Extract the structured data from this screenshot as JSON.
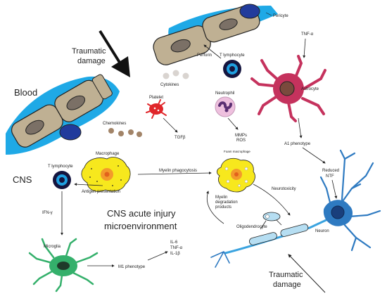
{
  "labels": {
    "traumatic_damage_top_1": "Traumatic",
    "traumatic_damage_top_2": "damage",
    "blood": "Blood",
    "cns": "CNS",
    "pericyte": "Pericyte",
    "perforin": "Perforin",
    "t_lymphocyte_top": "T lymphocyte",
    "tnf_alpha_top": "TNF-α",
    "astrocyte": "Astrocyte",
    "cytokines": "Cytokines",
    "platelet": "Platelet",
    "neutrophil": "Neutrophil",
    "chemokines": "Chemokines",
    "tgf_beta": "TGFβ",
    "mmps": "MMPs",
    "ros": "ROS",
    "a1_phenotype": "A1 phenotype",
    "macrophage": "Macrophage",
    "foam_macrophage": "Foam macrophage",
    "myelin_phagocytosis": "Myelin phagocytosis",
    "reduced": "Reduced",
    "ntf": "NTF",
    "t_lymphocyte_left": "T lymphocyte",
    "antigen_presentation": "Antigen presentation",
    "myelin_1": "Myelin",
    "myelin_2": "degradation",
    "myelin_3": "products",
    "neurotoxicity": "Neurotoxicity",
    "ifn_gamma": "IFN-γ",
    "title_1": "CNS acute injury",
    "title_2": "microenvironment",
    "microglia": "Microglia",
    "il6": "IL-6",
    "tnf_alpha_bottom": "TNF-α",
    "il1b": "IL-1β",
    "m1_phenotype": "M1 phenotype",
    "oligodendrocyte": "Oligodendrocyte",
    "neuron": "Neuron",
    "traumatic_damage_bottom_1": "Traumatic",
    "traumatic_damage_bottom_2": "damage"
  },
  "colors": {
    "vessel_blue": "#1fa9e6",
    "endothelial_tan": "#bfb093",
    "nucleus_grey": "#7b7066",
    "astrocyte_pink": "#c5325d",
    "microglia_green": "#34b06b",
    "neuron_blue": "#2e7ac1",
    "macrophage_yellow": "#f7e81d",
    "platelet_red": "#e0262a",
    "neutrophil_pink": "#eec0de",
    "t_cell_dark": "#15153f",
    "t_cell_blue": "#1f9fe0",
    "chemokine_brown": "#a28468",
    "oligo_light_blue": "#b6def2"
  }
}
